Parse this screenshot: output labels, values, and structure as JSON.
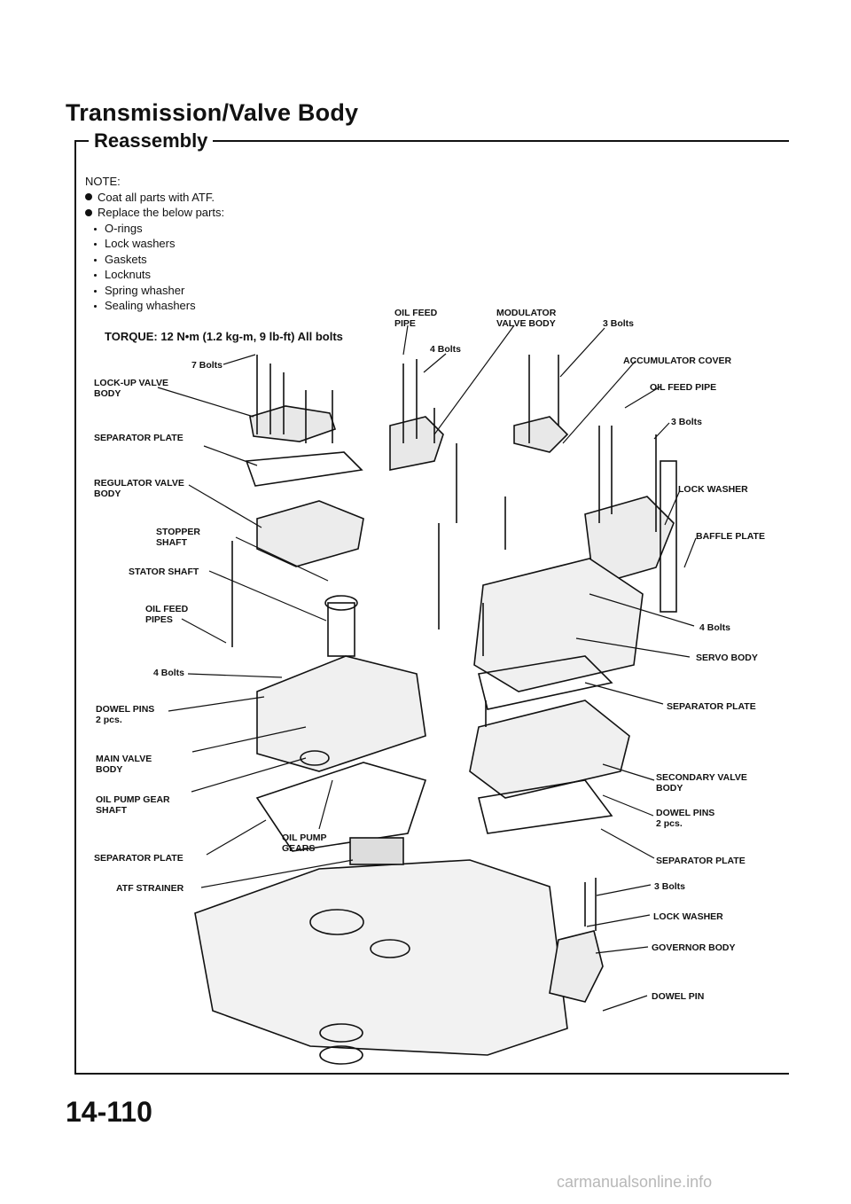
{
  "title": "Transmission/Valve Body",
  "subtitle": "Reassembly",
  "note": {
    "heading": "NOTE:",
    "bullets": [
      "Coat all parts with ATF.",
      "Replace the below parts:"
    ],
    "parts": [
      "O-rings",
      "Lock washers",
      "Gaskets",
      "Locknuts",
      "Spring whasher",
      "Sealing whashers"
    ]
  },
  "torque": "TORQUE: 12 N•m (1.2 kg-m, 9 lb-ft) All bolts",
  "labels_left": [
    [
      "7 Bolts"
    ],
    [
      "LOCK-UP VALVE",
      "BODY"
    ],
    [
      "SEPARATOR PLATE"
    ],
    [
      "REGULATOR VALVE",
      "BODY"
    ],
    [
      "STOPPER",
      "SHAFT"
    ],
    [
      "STATOR SHAFT"
    ],
    [
      "OIL FEED",
      "PIPES"
    ],
    [
      "4 Bolts"
    ],
    [
      "DOWEL PINS",
      "2 pcs."
    ],
    [
      "MAIN VALVE",
      "BODY"
    ],
    [
      "OIL PUMP GEAR",
      "SHAFT"
    ],
    [
      "SEPARATOR PLATE"
    ],
    [
      "ATF STRAINER"
    ]
  ],
  "labels_center": [
    [
      "OIL FEED",
      "PIPE"
    ],
    [
      "4 Bolts"
    ],
    [
      "MODULATOR",
      "VALVE BODY"
    ],
    [
      "3 Bolts"
    ],
    [
      "OIL PUMP",
      "GEARS"
    ]
  ],
  "labels_right": [
    [
      "ACCUMULATOR COVER"
    ],
    [
      "OIL FEED PIPE"
    ],
    [
      "3 Bolts"
    ],
    [
      "LOCK WASHER"
    ],
    [
      "BAFFLE PLATE"
    ],
    [
      "4 Bolts"
    ],
    [
      "SERVO BODY"
    ],
    [
      "SEPARATOR PLATE"
    ],
    [
      "SECONDARY VALVE",
      "BODY"
    ],
    [
      "DOWEL PINS",
      "2 pcs."
    ],
    [
      "SEPARATOR PLATE"
    ],
    [
      "3 Bolts"
    ],
    [
      "LOCK WASHER"
    ],
    [
      "GOVERNOR BODY"
    ],
    [
      "DOWEL PIN"
    ]
  ],
  "page_number": "14-110",
  "watermark": "carmanualsonline.info"
}
